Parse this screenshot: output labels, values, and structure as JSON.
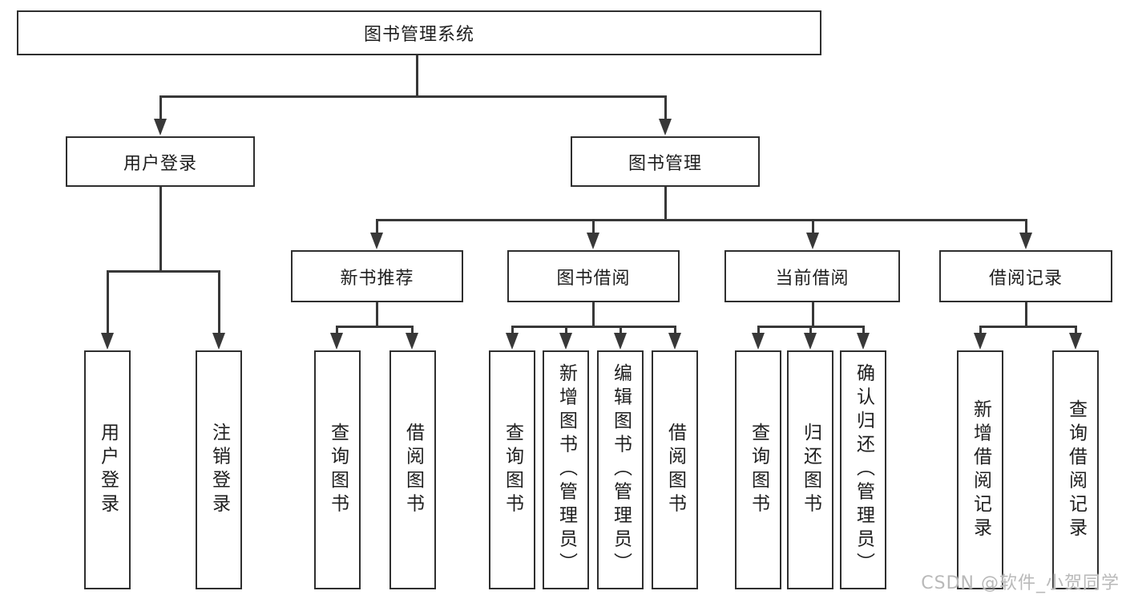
{
  "diagram_type": "hierarchy-tree",
  "tree": {
    "label": "图书管理系统",
    "children": [
      {
        "label": "用户登录",
        "children": [
          {
            "label": "用户登录"
          },
          {
            "label": "注销登录"
          }
        ]
      },
      {
        "label": "图书管理",
        "children": [
          {
            "label": "新书推荐",
            "children": [
              {
                "label": "查询图书"
              },
              {
                "label": "借阅图书"
              }
            ]
          },
          {
            "label": "图书借阅",
            "children": [
              {
                "label": "查询图书"
              },
              {
                "label": "新增图书（管理员）"
              },
              {
                "label": "编辑图书（管理员）"
              },
              {
                "label": "借阅图书"
              }
            ]
          },
          {
            "label": "当前借阅",
            "children": [
              {
                "label": "查询图书"
              },
              {
                "label": "归还图书"
              },
              {
                "label": "确认归还（管理员）"
              }
            ]
          },
          {
            "label": "借阅记录",
            "children": [
              {
                "label": "新增借阅记录"
              },
              {
                "label": "查询借阅记录"
              }
            ]
          }
        ]
      }
    ]
  },
  "watermark": {
    "text": "CSDN @软件_小贺同学"
  },
  "colors": {
    "line": "#383838",
    "box_border": "#2f2f2f",
    "text": "#1e1e1e",
    "background": "#ffffff",
    "watermark": "#b9b9b9"
  }
}
